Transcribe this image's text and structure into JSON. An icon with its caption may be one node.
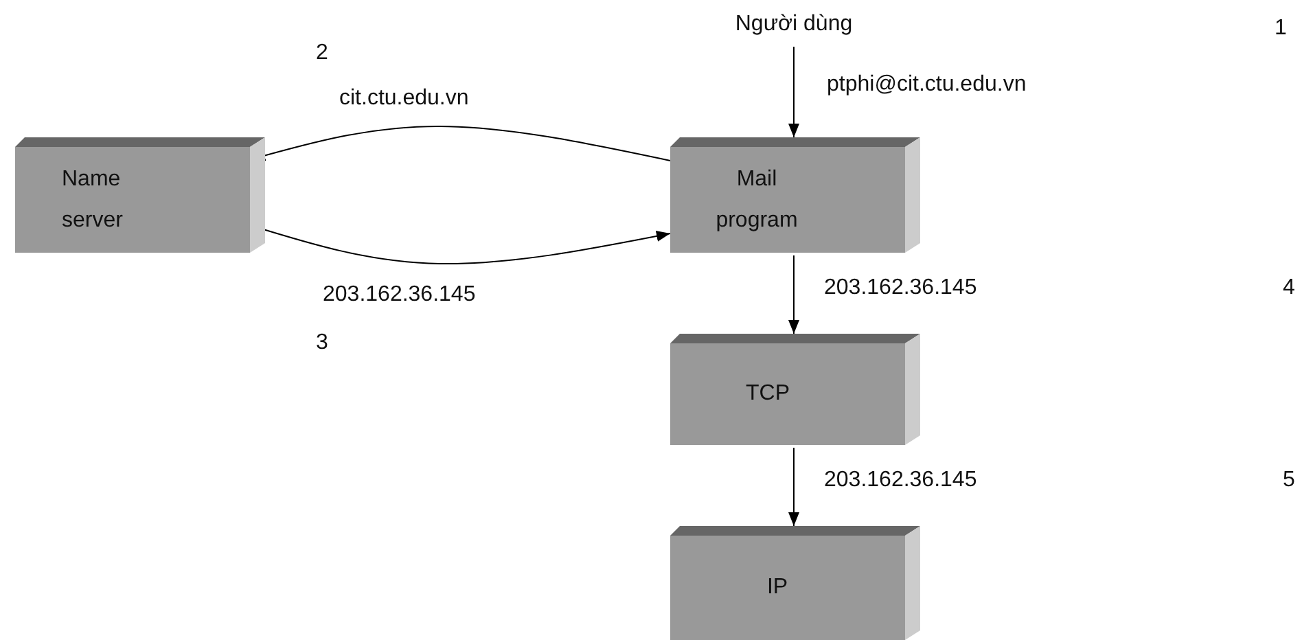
{
  "diagram": {
    "nodes": [
      {
        "text": [
          "Người dùng"
        ]
      },
      {
        "text": [
          "Name server"
        ]
      },
      {
        "text": [
          "Mail program"
        ]
      },
      {
        "text": [
          "TCP"
        ]
      },
      {
        "text": [
          "IP"
        ]
      }
    ],
    "edges": [
      {
        "from": 0,
        "to": 2,
        "arrow": "to",
        "label": "ptphi@cit.ctu.edu.vn"
      },
      {
        "from": 2,
        "to": 1,
        "arrow": "to",
        "label": "cit.ctu.edu.vn"
      },
      {
        "from": 1,
        "to": 2,
        "arrow": "to",
        "label": "203.162.36.145"
      },
      {
        "from": 2,
        "to": 3,
        "arrow": "to",
        "label": "203.162.36.145"
      },
      {
        "from": 3,
        "to": 4,
        "arrow": "to",
        "label": "203.162.36.145"
      }
    ],
    "labels": [
      "1",
      "2",
      "3",
      "4",
      "5"
    ]
  }
}
